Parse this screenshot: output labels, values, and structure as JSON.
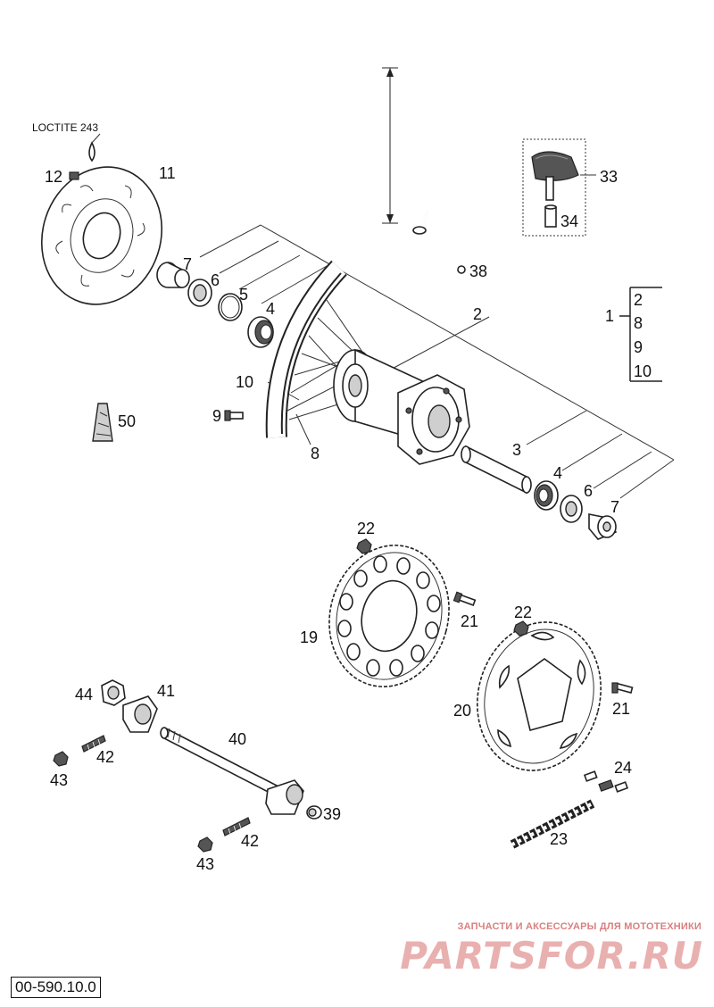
{
  "note": "LOCTITE 243",
  "labels": {
    "n1": "1",
    "n2": "2",
    "n3": "3",
    "n4": "4",
    "n4b": "4",
    "n5": "5",
    "n6": "6",
    "n6b": "6",
    "n7": "7",
    "n7b": "7",
    "n8": "8",
    "n9": "9",
    "n10": "10",
    "n11": "11",
    "n12": "12",
    "n19": "19",
    "n20": "20",
    "n21": "21",
    "n21b": "21",
    "n22": "22",
    "n22b": "22",
    "n23": "23",
    "n24": "24",
    "n33": "33",
    "n34": "34",
    "n38": "38",
    "n39": "39",
    "n40": "40",
    "n41": "41",
    "n42": "42",
    "n42b": "42",
    "n43": "43",
    "n43b": "43",
    "n44": "44",
    "n50": "50"
  },
  "kit_list": [
    "2",
    "8",
    "9",
    "10"
  ],
  "part_code": "00-590.10.0",
  "watermark": {
    "tagline": "ЗАПЧАСТИ И АКСЕССУАРЫ ДЛЯ МОТОТЕХНИКИ",
    "logo": "PARTSFOR.RU"
  }
}
